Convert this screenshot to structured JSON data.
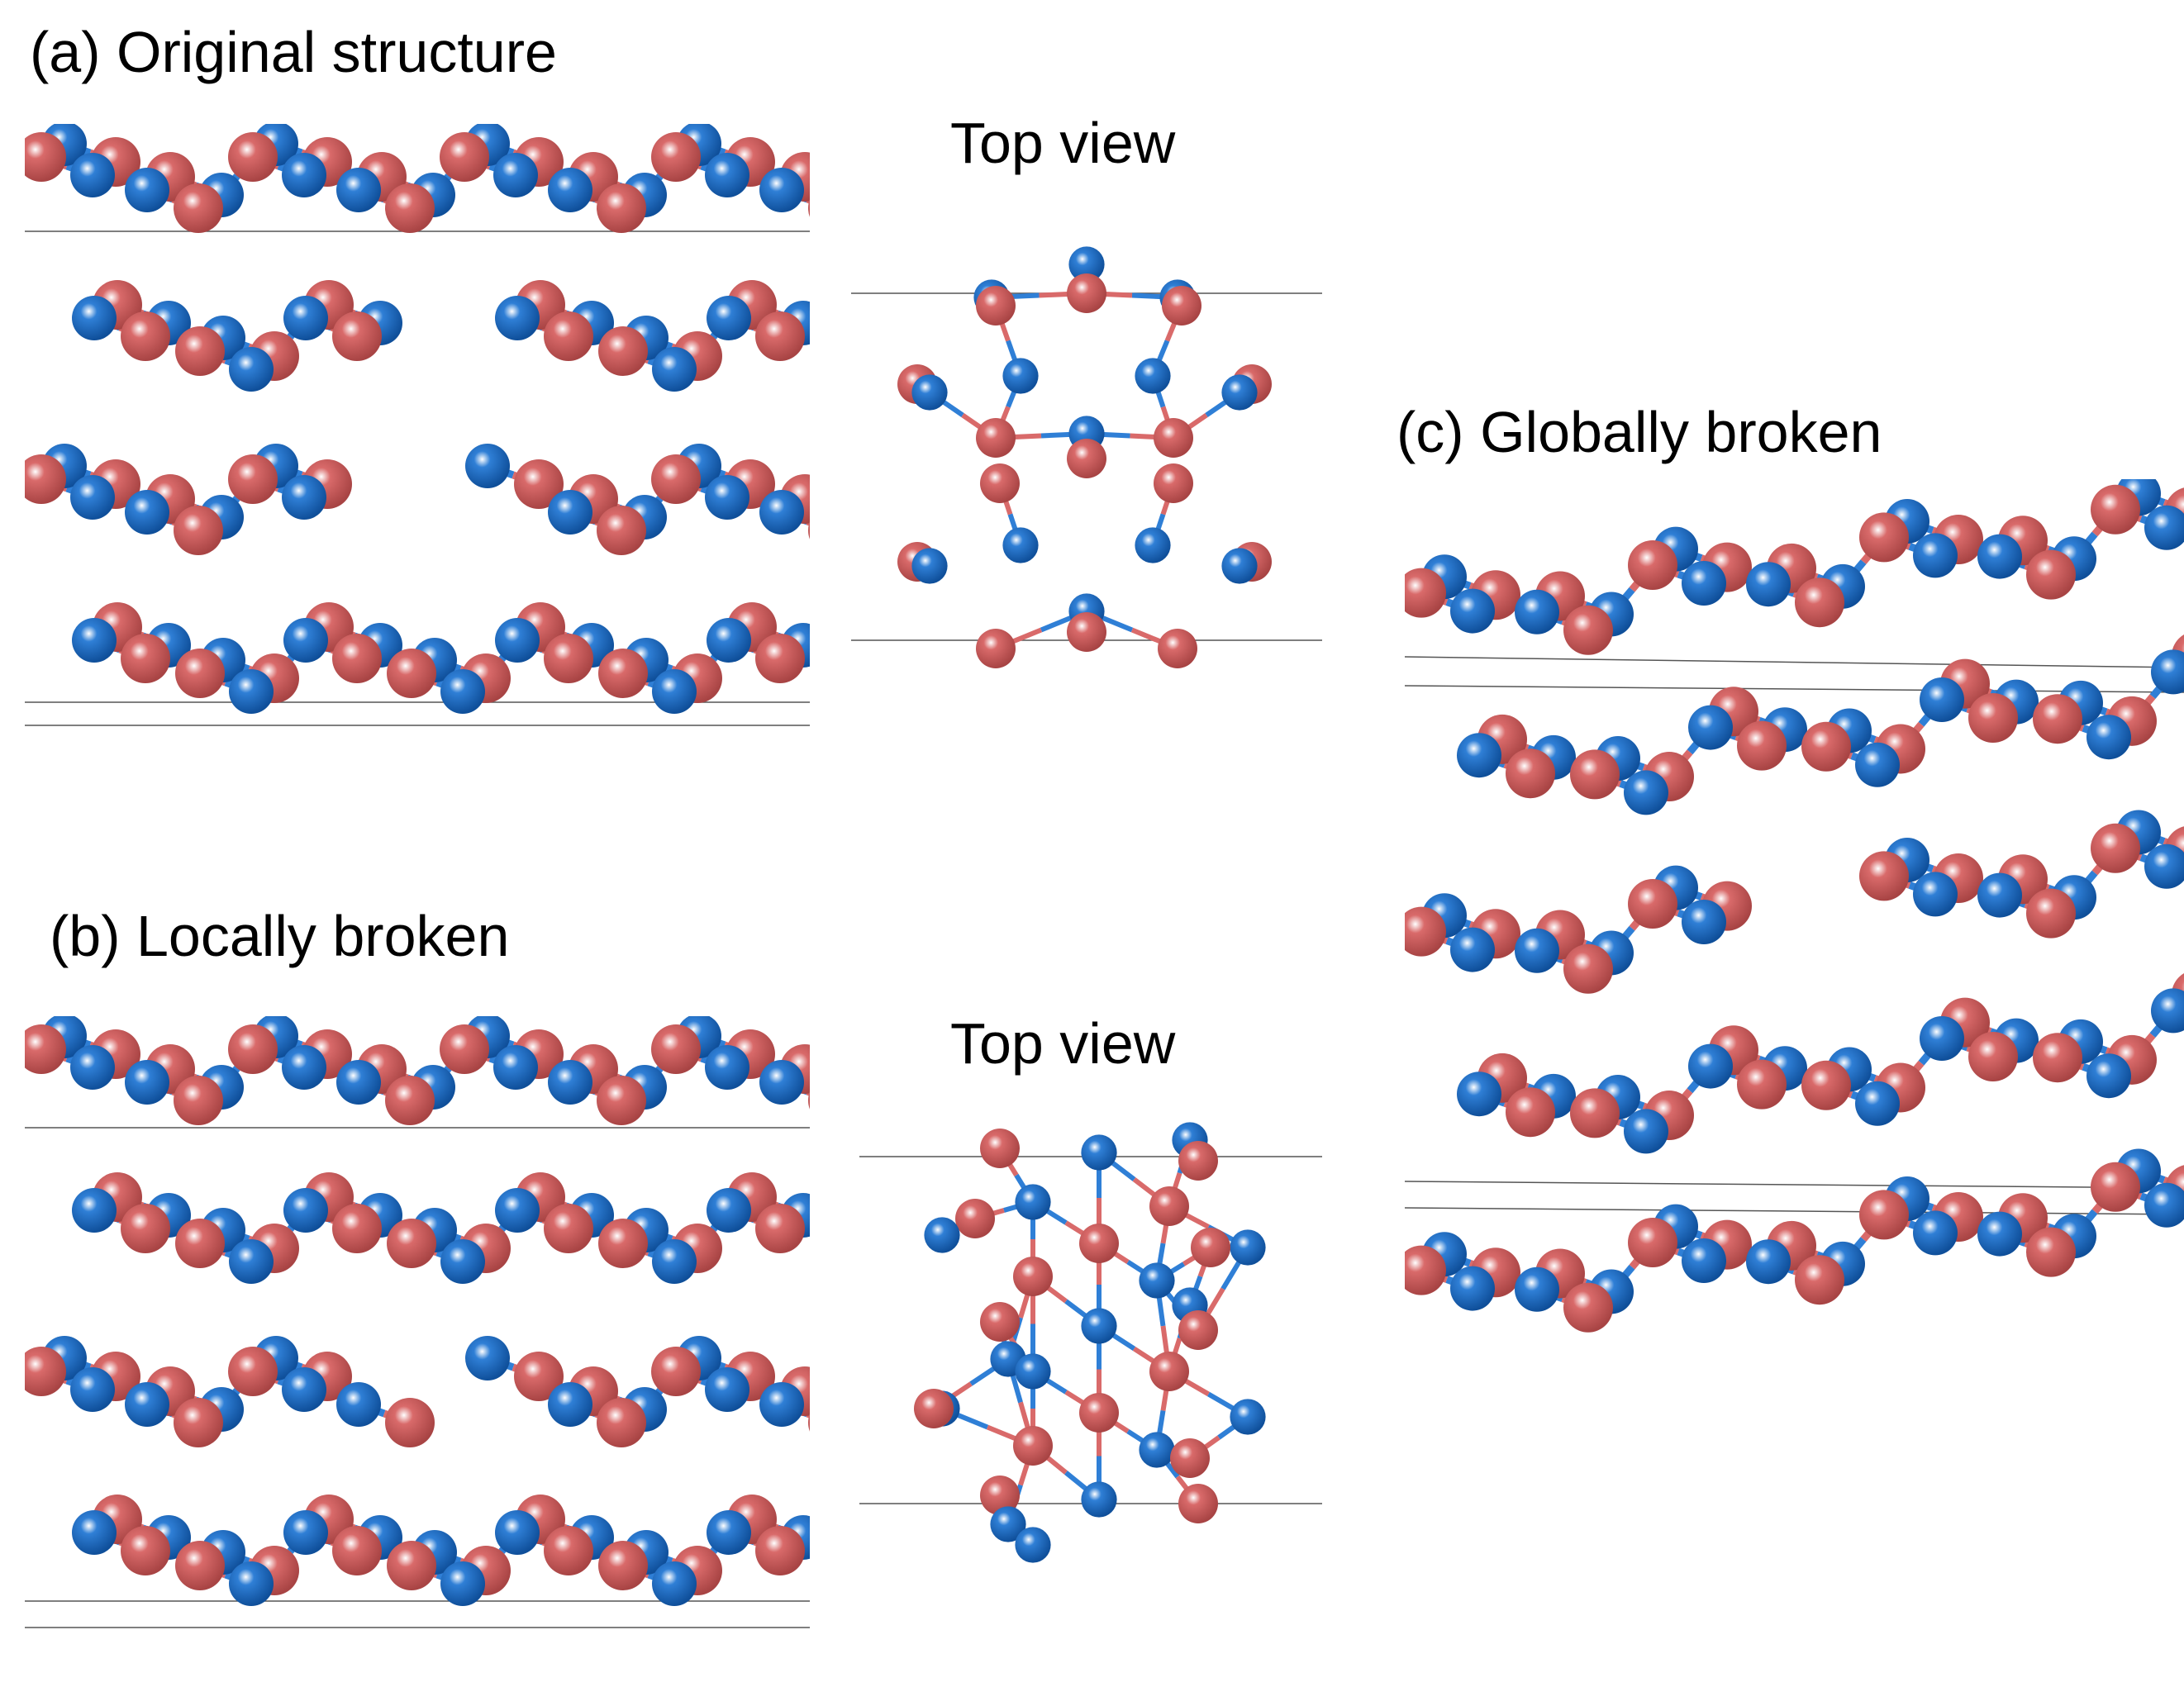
{
  "labels": {
    "panel_a": "(a) Original structure",
    "panel_b": "(b) Locally broken",
    "panel_c": "(c) Globally broken",
    "top_view_a": "Top view",
    "top_view_b": "Top view"
  },
  "colors": {
    "atom_blue": "#2f7fd6",
    "atom_red": "#d96a6a",
    "bond_blue": "#2f7fd6",
    "bond_red": "#d96a6a",
    "cell_line": "#555555"
  }
}
